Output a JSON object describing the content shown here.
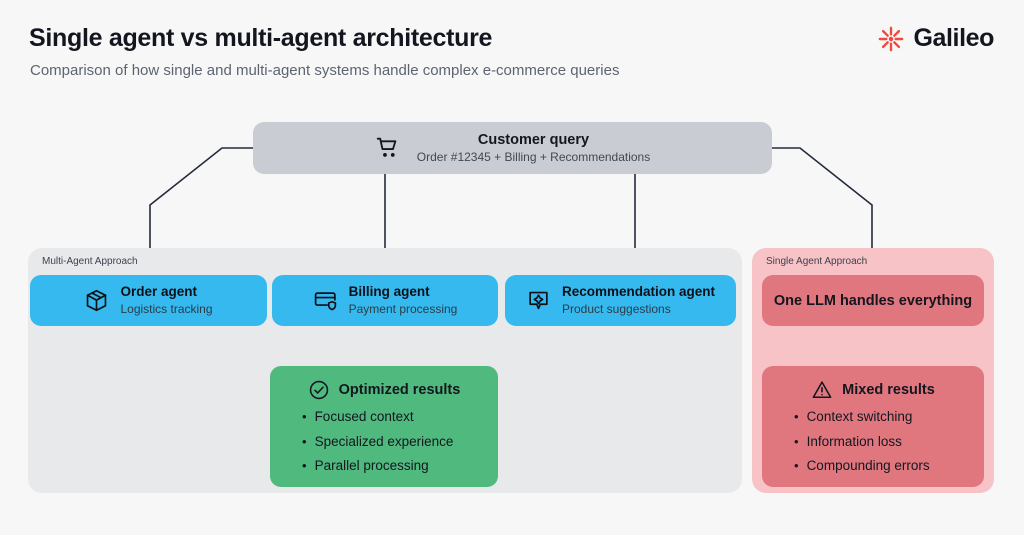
{
  "header": {
    "title": "Single agent vs multi-agent architecture",
    "subtitle": "Comparison of how single and multi-agent systems handle complex e-commerce queries",
    "brand_name": "Galileo",
    "brand_icon": "galileo-starburst-icon",
    "brand_color": "#f0493e"
  },
  "diagram": {
    "query": {
      "icon": "shopping-cart-icon",
      "title": "Customer query",
      "subtitle": "Order #12345 + Billing + Recommendations",
      "color": "#c9cdd3"
    },
    "multi_panel": {
      "label": "Multi-Agent Approach",
      "color": "#e8e9ea",
      "agents": [
        {
          "icon": "package-box-icon",
          "title": "Order agent",
          "subtitle": "Logistics tracking",
          "color": "#35b9ef"
        },
        {
          "icon": "credit-card-shield-icon",
          "title": "Billing agent",
          "subtitle": "Payment processing",
          "color": "#35b9ef"
        },
        {
          "icon": "recommendation-sparkle-icon",
          "title": "Recommendation agent",
          "subtitle": "Product suggestions",
          "color": "#35b9ef"
        }
      ],
      "results": {
        "icon": "check-circle-icon",
        "title": "Optimized results",
        "color": "#50b97e",
        "items": [
          "Focused context",
          "Specialized experience",
          "Parallel processing"
        ]
      }
    },
    "single_panel": {
      "label": "Single Agent Approach",
      "color": "#f7c3c6",
      "llm_box": {
        "title": "One LLM handles everything",
        "color": "#e0777f"
      },
      "results": {
        "icon": "warning-triangle-icon",
        "title": "Mixed results",
        "color": "#e0777f",
        "items": [
          "Context switching",
          "Information loss",
          "Compounding errors"
        ]
      }
    },
    "bullet_char": "•"
  }
}
